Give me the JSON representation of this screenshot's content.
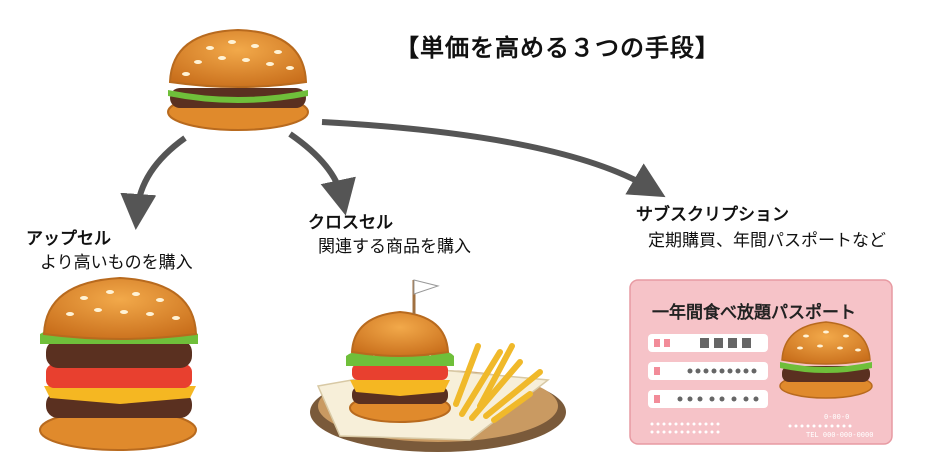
{
  "title": "【単価を高める３つの手段】",
  "upsell": {
    "name": "アップセル",
    "desc": "より高いものを購入"
  },
  "crosssell": {
    "name": "クロスセル",
    "desc": "関連する商品を購入"
  },
  "subscription": {
    "name": "サブスクリプション",
    "desc": "定期購買、年間パスポートなど"
  },
  "passport": {
    "title": "一年間食べ放題パスポート",
    "tel": "TEL 000-000-0000",
    "code": "0-00-0"
  },
  "colors": {
    "arrow": "#555555",
    "card_bg": "#f6c3c8",
    "card_border": "#e79aa2",
    "bun": "#e08a2c",
    "patty": "#5a3020",
    "lettuce": "#6fbf3a",
    "cheese": "#f5b722",
    "tomato": "#e8402f"
  }
}
